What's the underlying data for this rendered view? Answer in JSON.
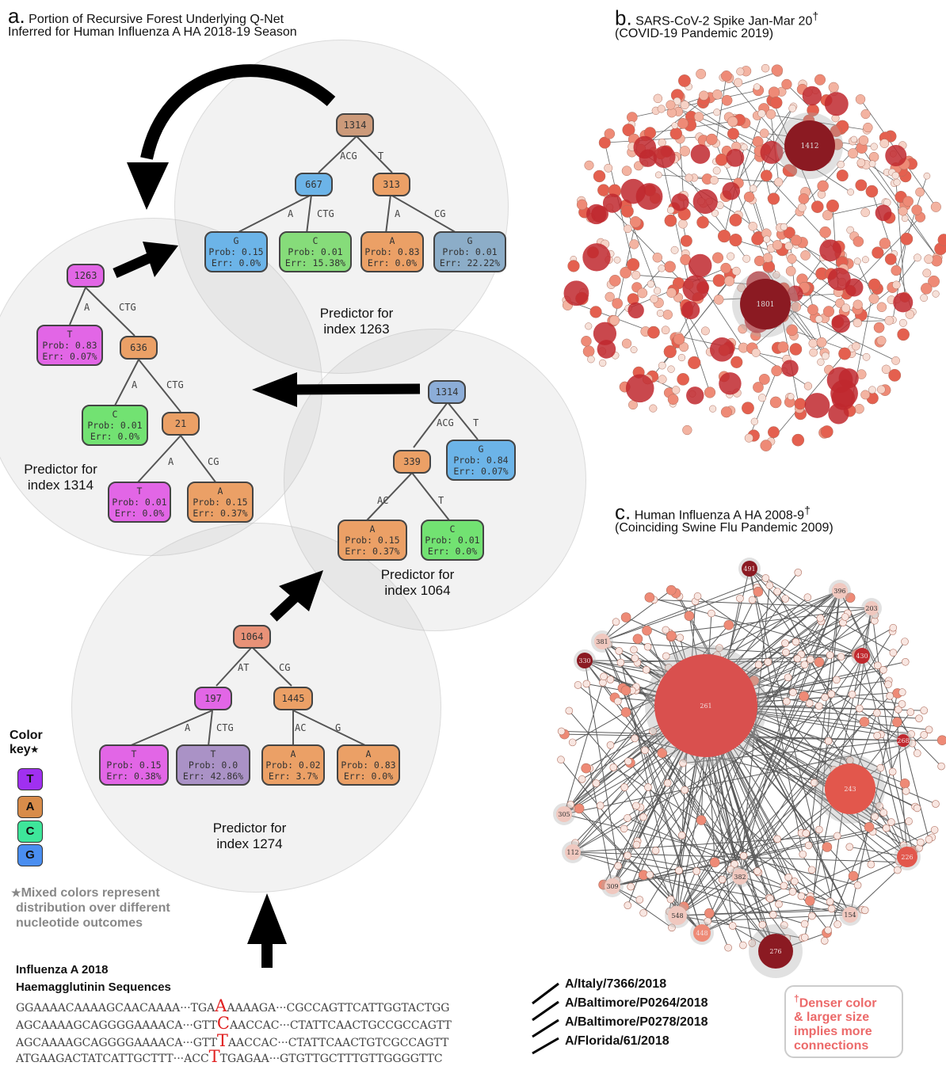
{
  "panel_a": {
    "letter": "a.",
    "title_line1": "Portion of Recursive Forest Underlying Q-Net",
    "title_line2": "Inferred for Human Influenza A HA 2018-19 Season",
    "trees": [
      {
        "predictor_line1": "Predictor for",
        "predictor_line2": "index 1263",
        "root": "1314",
        "root_edges": [
          "ACG",
          "T"
        ],
        "mid_left": "667",
        "mid_left_edges": [
          "A",
          "CTG"
        ],
        "mid_right": "313",
        "mid_right_edges": [
          "A",
          "CG"
        ],
        "leaves": [
          {
            "base": "G",
            "prob": "Prob: 0.15",
            "err": "Err: 0.0%",
            "color": "#6cb4e8"
          },
          {
            "base": "C",
            "prob": "Prob: 0.01",
            "err": "Err: 15.38%",
            "color": "#86dc7a"
          },
          {
            "base": "A",
            "prob": "Prob: 0.83",
            "err": "Err: 0.0%",
            "color": "#eba066"
          },
          {
            "base": "G",
            "prob": "Prob: 0.01",
            "err": "Err: 22.22%",
            "color": "#8cadc8"
          }
        ]
      },
      {
        "predictor_line1": "Predictor for",
        "predictor_line2": "index 1314",
        "root": "1263",
        "root_edges": [
          "A",
          "CTG"
        ],
        "leaf_t": {
          "base": "T",
          "prob": "Prob: 0.83",
          "err": "Err: 0.07%",
          "color": "#e266e6"
        },
        "mid": "636",
        "mid_edges": [
          "A",
          "CTG"
        ],
        "leaf_c": {
          "base": "C",
          "prob": "Prob: 0.01",
          "err": "Err: 0.0%",
          "color": "#72e272"
        },
        "low": "21",
        "low_edges": [
          "A",
          "CG"
        ],
        "leaves": [
          {
            "base": "T",
            "prob": "Prob: 0.01",
            "err": "Err: 0.0%",
            "color": "#e266e6"
          },
          {
            "base": "A",
            "prob": "Prob: 0.15",
            "err": "Err: 0.37%",
            "color": "#eba066"
          }
        ]
      },
      {
        "predictor_line1": "Predictor for",
        "predictor_line2": "index 1064",
        "root": "1314",
        "root_edges": [
          "ACG",
          "T"
        ],
        "leaf_g": {
          "base": "G",
          "prob": "Prob: 0.84",
          "err": "Err: 0.07%",
          "color": "#6cb4e8"
        },
        "mid": "339",
        "mid_edges": [
          "AC",
          "T"
        ],
        "leaves": [
          {
            "base": "A",
            "prob": "Prob: 0.15",
            "err": "Err: 0.37%",
            "color": "#eba066"
          },
          {
            "base": "C",
            "prob": "Prob: 0.01",
            "err": "Err: 0.0%",
            "color": "#72e272"
          }
        ]
      },
      {
        "predictor_line1": "Predictor for",
        "predictor_line2": "index 1274",
        "root": "1064",
        "root_edges": [
          "AT",
          "CG"
        ],
        "mid_left": "197",
        "mid_left_edges": [
          "A",
          "CTG"
        ],
        "mid_right": "1445",
        "mid_right_edges": [
          "AC",
          "G"
        ],
        "leaves": [
          {
            "base": "T",
            "prob": "Prob: 0.15",
            "err": "Err: 0.38%",
            "color": "#e266e6"
          },
          {
            "base": "T",
            "prob": "Prob: 0.0",
            "err": "Err: 42.86%",
            "color": "#aa92c6"
          },
          {
            "base": "A",
            "prob": "Prob: 0.02",
            "err": "Err: 3.7%",
            "color": "#eba066"
          },
          {
            "base": "A",
            "prob": "Prob: 0.83",
            "err": "Err: 0.0%",
            "color": "#eba066"
          }
        ]
      }
    ],
    "color_key": {
      "title_line1": "Color",
      "title_line2": "key",
      "items": [
        {
          "label": "T",
          "color": "#a030f0"
        },
        {
          "label": "A",
          "color": "#d88c4a"
        },
        {
          "label": "C",
          "color": "#3ee69a"
        },
        {
          "label": "G",
          "color": "#4a8ef0"
        }
      ],
      "note_line1": "Mixed colors represent",
      "note_line2": "distribution over different",
      "note_line3": "nucleotide outcomes"
    },
    "sequences": {
      "title_line1": "Influenza A 2018",
      "title_line2": "Haemagglutinin Sequences",
      "rows": [
        {
          "pre": "GGAAAACAAAAGCAACAAAA···TGA",
          "mut": "A",
          "post": "AAAAGA···CGCCAGTTCATTGGTACTGG",
          "strain": "A/Italy/7366/2018"
        },
        {
          "pre": "AGCAAAAGCAGGGGAAAACA···GTT",
          "mut": "C",
          "post": "AACCAC···CTATTCAACTGCCGCCAGTT",
          "strain": "A/Baltimore/P0264/2018"
        },
        {
          "pre": "AGCAAAAGCAGGGGAAAACA···GTT",
          "mut": "T",
          "post": "AACCAC···CTATTCAACTGTCGCCAGTT",
          "strain": "A/Baltimore/P0278/2018"
        },
        {
          "pre": "ATGAAGACTATCATTGCTTT···ACC",
          "mut": "T",
          "post": "TGAGAA···GTGTTGCTTTGTTGGGGTTC",
          "strain": "A/Florida/61/2018"
        }
      ]
    }
  },
  "panel_b": {
    "letter": "b.",
    "title_line1": "SARS-CoV-2 Spike Jan-Mar 20",
    "title_line2": "(COVID-19 Pandemic 2019)",
    "hub_labels": [
      "1412",
      "1801"
    ]
  },
  "panel_c": {
    "letter": "c.",
    "title_line1": "Human Influenza A HA 2008-9",
    "title_line2": "(Coinciding Swine Flu Pandemic 2009)",
    "hub_labels": [
      "491",
      "396",
      "203",
      "381",
      "330",
      "430",
      "261",
      "268",
      "243",
      "305",
      "112",
      "226",
      "309",
      "382",
      "548",
      "154",
      "448",
      "276"
    ]
  },
  "footnote": {
    "dagger": "†",
    "line1": "Denser color",
    "line2": "& larger size",
    "line3": "implies more",
    "line4": "connections"
  },
  "colors": {
    "dark_red": "#8b1a22",
    "mid_red": "#c9393f",
    "light_red": "#f08878",
    "pale": "#f6d8cf"
  }
}
